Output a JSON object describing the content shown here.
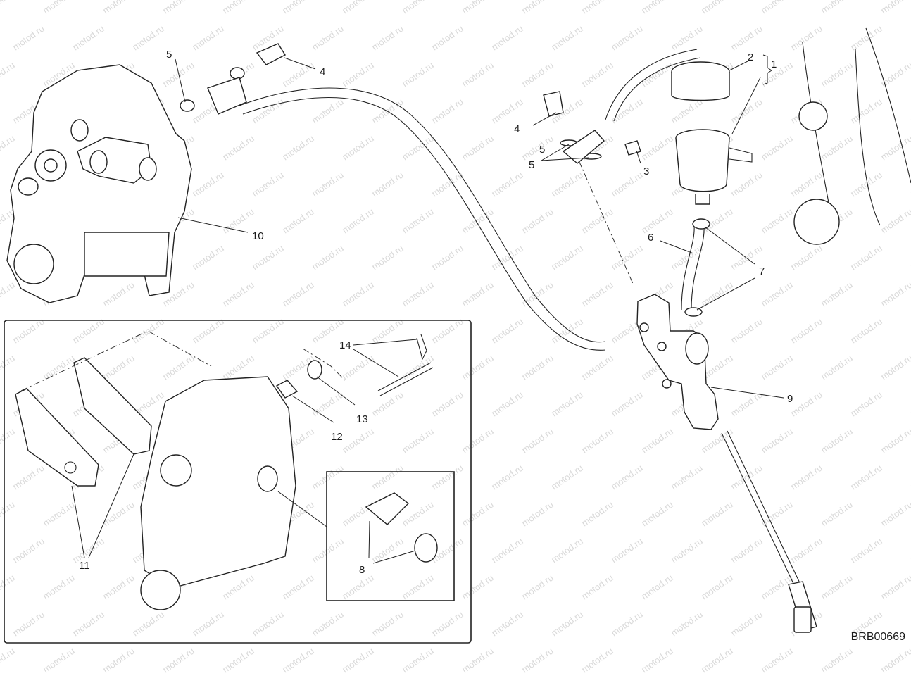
{
  "watermark": "motod.ru",
  "diagram_code": "BRB00669",
  "callouts": {
    "c1": "1",
    "c2": "2",
    "c3": "3",
    "c4a": "4",
    "c4b": "4",
    "c5a": "5",
    "c5b": "5",
    "c5c": "5",
    "c6": "6",
    "c7": "7",
    "c8": "8",
    "c9": "9",
    "c10": "10",
    "c11": "11",
    "c12": "12",
    "c13": "13",
    "c14": "14"
  }
}
